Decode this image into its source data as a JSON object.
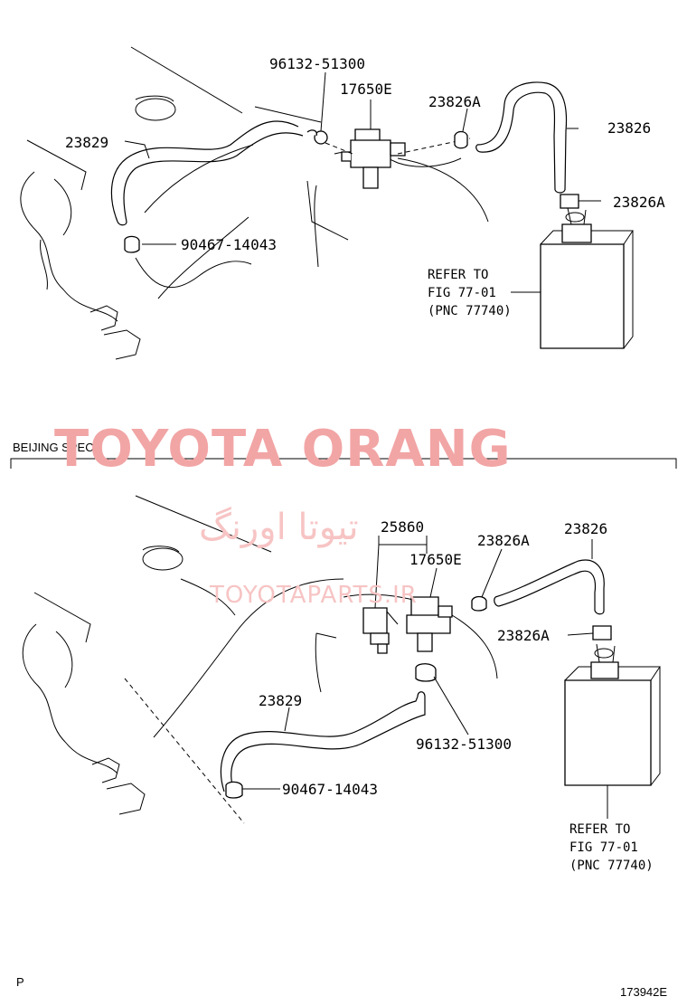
{
  "top_diagram": {
    "labels": {
      "bracket_bolt": "96132-51300",
      "vsv": "17650E",
      "clamp_a_upper": "23826A",
      "hose_right": "23826",
      "clamp_a_lower": "23826A",
      "hose_left": "23829",
      "clip": "90467-14043"
    },
    "refer": {
      "line1": "REFER TO",
      "line2": "FIG 77-01",
      "line3": "(PNC 77740)"
    }
  },
  "section_title": "BEIJING SPEC",
  "bottom_diagram": {
    "labels": {
      "bracket": "25860",
      "clamp_a_upper": "23826A",
      "hose_right": "23826",
      "vsv": "17650E",
      "clamp_a_lower": "23826A",
      "hose_left": "23829",
      "bracket_bolt": "96132-51300",
      "clip": "90467-14043"
    },
    "refer": {
      "line1": "REFER TO",
      "line2": "FIG 77-01",
      "line3": "(PNC 77740)"
    }
  },
  "watermarks": {
    "main": "TOYOTA ORANG",
    "arabic": "تیوتا اورنگ",
    "site": "TOYOTAPARTS.IR"
  },
  "footer": {
    "page_marker": "P",
    "figure_code": "173942E"
  }
}
